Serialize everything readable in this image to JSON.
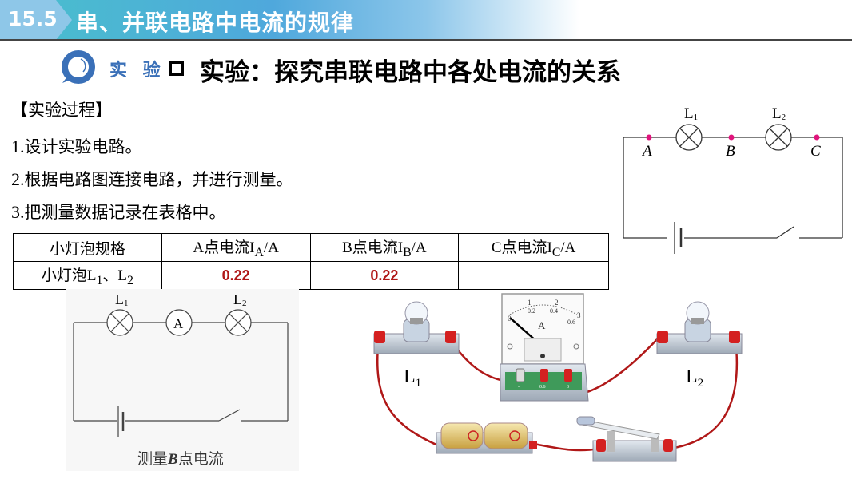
{
  "header": {
    "section_number": "15.5",
    "title": "串、并联电路中电流的规律"
  },
  "experiment_bar": {
    "logo_label": "实 验",
    "logo_icon": "magnifier-icon",
    "title": "实验：探究串联电路中各处电流的关系"
  },
  "process": {
    "heading": "【实验过程】",
    "steps": [
      {
        "num": "1.",
        "text": "设计实验电路。"
      },
      {
        "num": "2.",
        "text": "根据电路图连接电路，并进行测量。"
      },
      {
        "num": "3.",
        "text": "把测量数据记录在表格中。"
      }
    ]
  },
  "table": {
    "headers": [
      {
        "prefix": "小灯泡规格",
        "sub": "",
        "suffix": ""
      },
      {
        "prefix": "A点电流I",
        "sub": "A",
        "suffix": "/A"
      },
      {
        "prefix": "B点电流I",
        "sub": "B",
        "suffix": "/A"
      },
      {
        "prefix": "C点电流I",
        "sub": "C",
        "suffix": "/A"
      }
    ],
    "row": {
      "label_prefix": "小灯泡L",
      "label_sub1": "1",
      "label_mid": "、L",
      "label_sub2": "2",
      "values": [
        "0.22",
        "0.22",
        ""
      ]
    },
    "value_color": "#b01818"
  },
  "circuit_diagram": {
    "lamp1": "L",
    "lamp1_sub": "1",
    "lamp2": "L",
    "lamp2_sub": "2",
    "points": [
      "A",
      "B",
      "C"
    ],
    "point_color": "#e0147c"
  },
  "measure_diagram": {
    "lamp1": "L",
    "lamp1_sub": "1",
    "lamp2": "L",
    "lamp2_sub": "2",
    "meter_label": "A",
    "caption_pre": "测量",
    "caption_point": "B",
    "caption_post": "点电流"
  },
  "apparatus": {
    "lamp1": "L",
    "lamp1_sub": "1",
    "lamp2": "L",
    "lamp2_sub": "2",
    "meter_unit": "A",
    "scale_top": [
      "0",
      "1",
      "2",
      "3"
    ],
    "scale_bottom": [
      "0.2",
      "0.4",
      "0.6"
    ],
    "terminals": [
      "-",
      "0.6",
      "3"
    ],
    "wire_color": "#b01818",
    "terminal_color": "#d42020"
  }
}
